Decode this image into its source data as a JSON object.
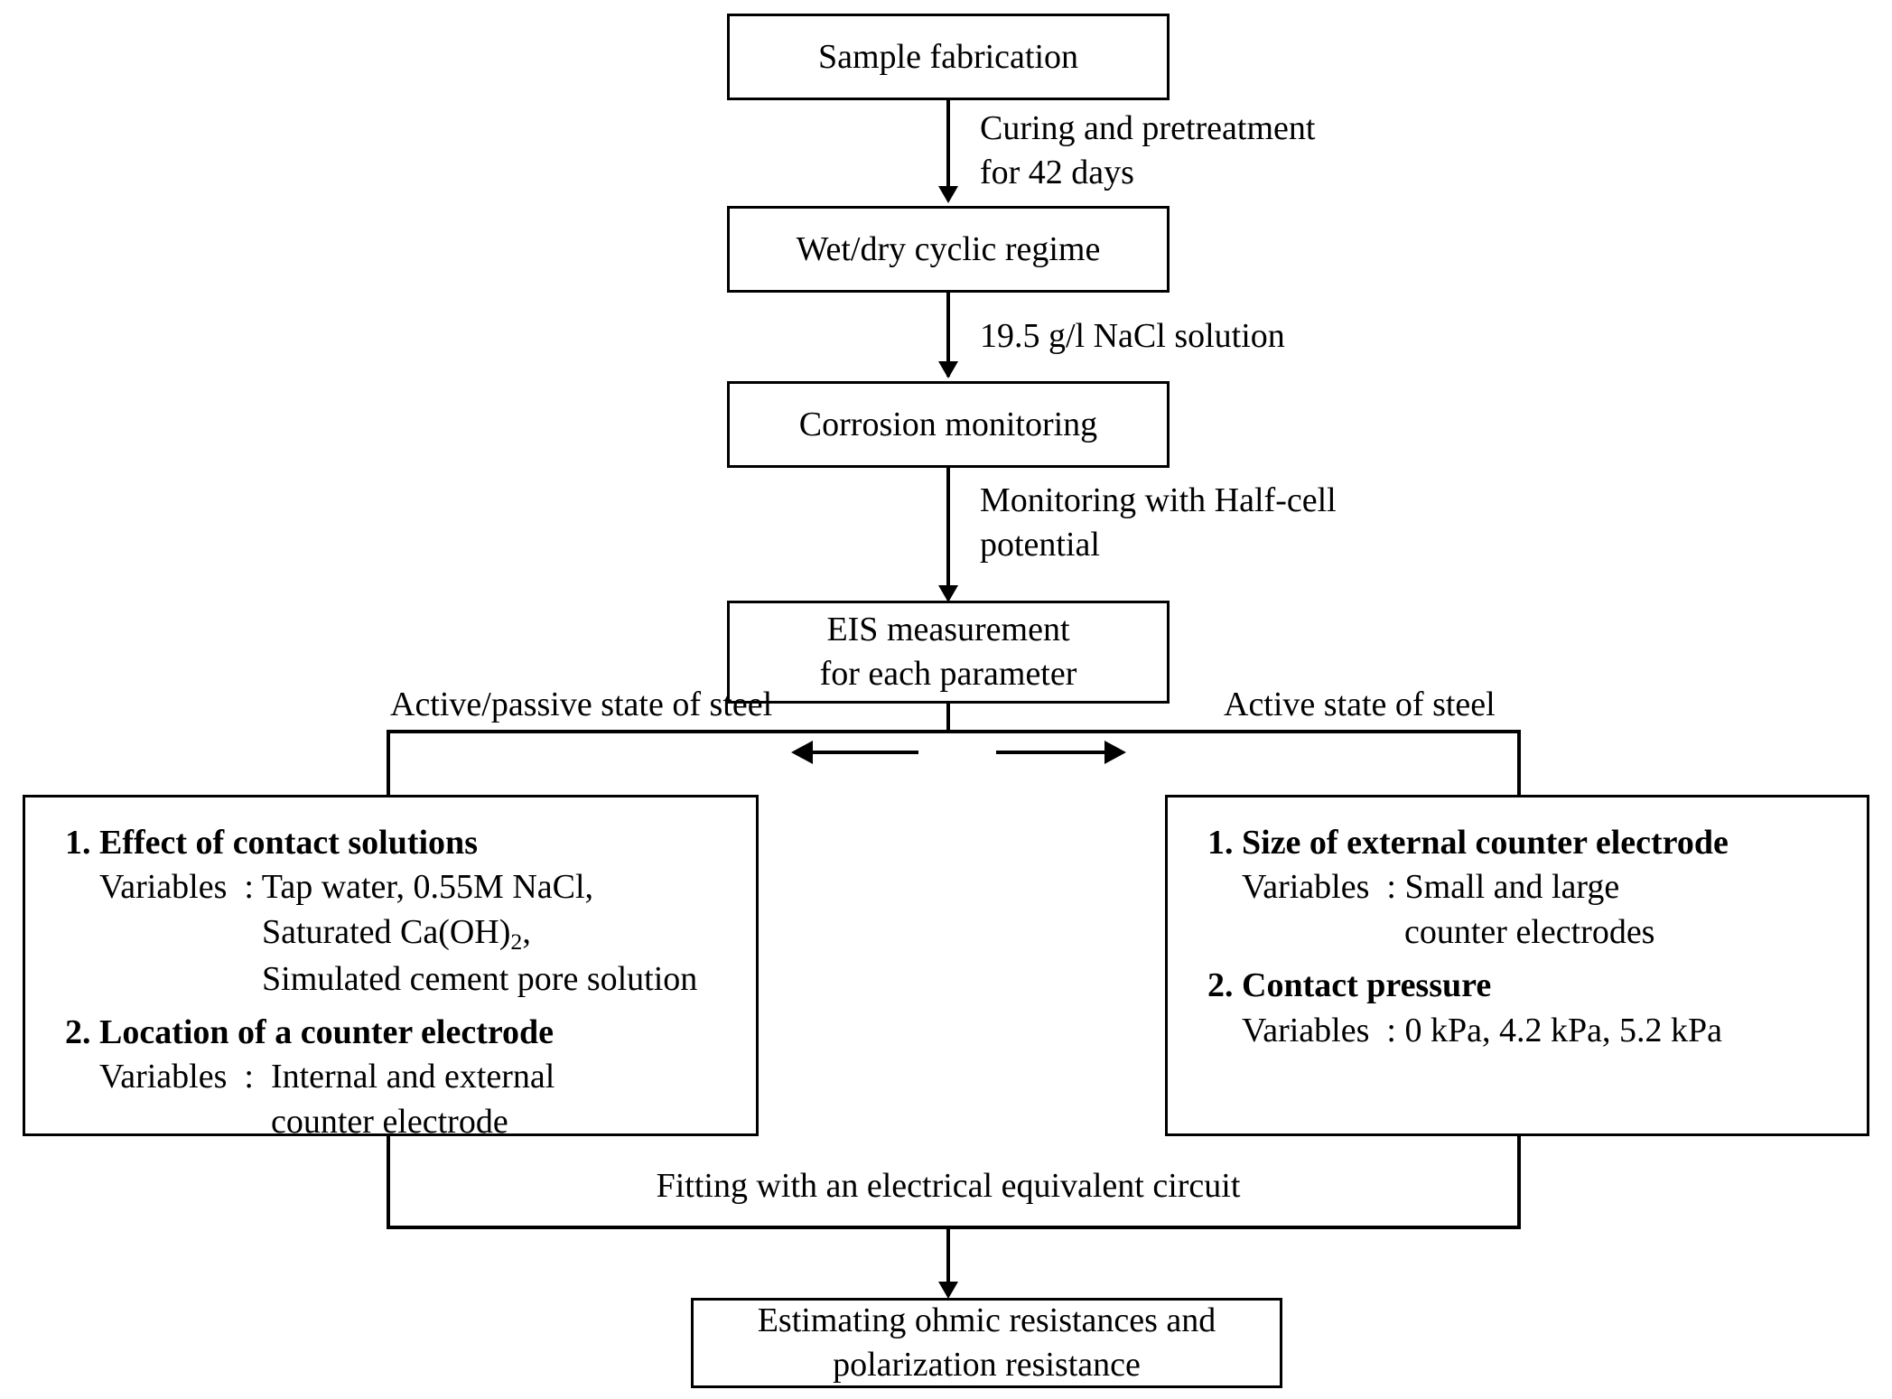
{
  "diagram": {
    "title": "Experimental flowchart for corrosion monitoring and EIS measurement",
    "nodes": {
      "sample_fabrication": "Sample fabrication",
      "wet_dry": "Wet/dry cyclic regime",
      "corrosion_monitoring": "Corrosion monitoring",
      "eis_measurement": "EIS measurement\nfor each parameter",
      "final_result": "Estimating ohmic resistances and\npolarization resistance"
    },
    "edge_labels": {
      "curing": "Curing and pretreatment\nfor 42 days",
      "nacl": "19.5 g/l NaCl solution",
      "halfcell": "Monitoring with Half-cell\npotential",
      "branch_left": "Active/passive state of steel",
      "branch_right": "Active state of steel",
      "fitting": "Fitting with an electrical equivalent circuit"
    },
    "left_branch": {
      "items": [
        {
          "title": "1. Effect of contact solutions",
          "variables_label": "Variables  : ",
          "variables_lines": [
            "Tap water, 0.55M NaCl,",
            "Saturated Ca(OH)2,",
            "Simulated cement pore solution"
          ]
        },
        {
          "title": "2. Location of a counter electrode",
          "variables_label": "Variables  :  ",
          "variables_lines": [
            "Internal and external",
            "counter electrode"
          ]
        }
      ]
    },
    "right_branch": {
      "items": [
        {
          "title": "1. Size of external counter electrode",
          "variables_label": "Variables  : ",
          "variables_lines": [
            "Small and large",
            "counter electrodes"
          ]
        },
        {
          "title": "2. Contact pressure",
          "variables_label": "Variables  : ",
          "variables_lines": [
            "0 kPa, 4.2 kPa, 5.2 kPa"
          ]
        }
      ]
    },
    "colors": {
      "stroke": "#000000",
      "background": "#ffffff",
      "text": "#000000"
    }
  }
}
